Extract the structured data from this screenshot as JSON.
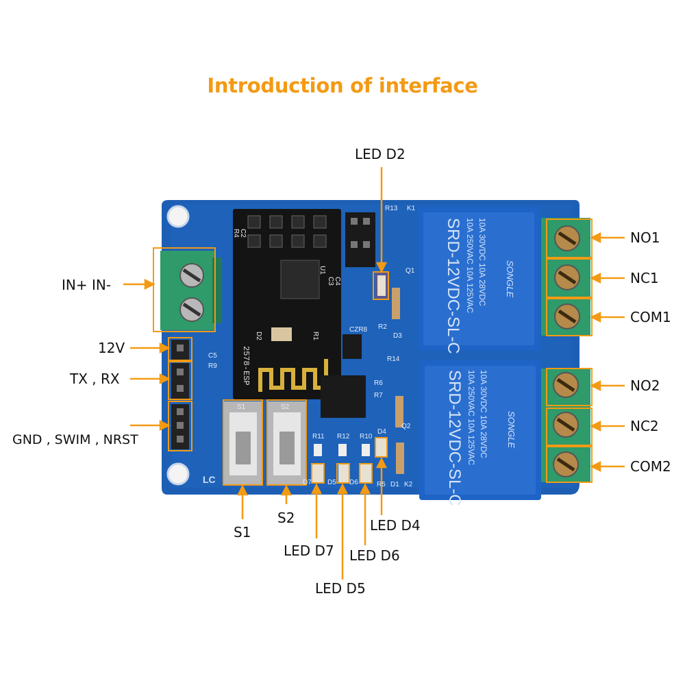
{
  "title": "Introduction of interface",
  "colors": {
    "accent": "#f39a14",
    "pcb": "#1d5fb4",
    "terminal": "#2f9a6a",
    "relay": "#1e63c6"
  },
  "labels": {
    "in": "IN+ IN-",
    "v12": "12V",
    "txrx": "TX , RX",
    "gnd": "GND , SWIM , NRST",
    "s1": "S1",
    "s2": "S2",
    "d2": "LED D2",
    "d4": "LED D4",
    "d5": "LED D5",
    "d6": "LED D6",
    "d7": "LED D7",
    "no1": "NO1",
    "nc1": "NC1",
    "com1": "COM1",
    "no2": "NO2",
    "nc2": "NC2",
    "com2": "COM2"
  },
  "board": {
    "relay_text": {
      "brand": "SONGLE",
      "model": "SRD-12VDC-SL-C",
      "rating1": "10A 250VAC  10A 125VAC",
      "rating2": "10A 30VDC  10A 28VDC"
    },
    "module_text": "2578-ESP",
    "logo_text": "LC",
    "refs": [
      "R4",
      "C2",
      "R13",
      "K1",
      "Q1",
      "R2",
      "D3",
      "C5",
      "R9",
      "CZR8",
      "R14",
      "R6",
      "R7",
      "Q2",
      "R11",
      "R12",
      "R10",
      "D4",
      "D7",
      "D5",
      "D6",
      "R5",
      "D1",
      "K2",
      "S1",
      "S2",
      "U1",
      "C3",
      "C4",
      "R1",
      "D2"
    ]
  }
}
